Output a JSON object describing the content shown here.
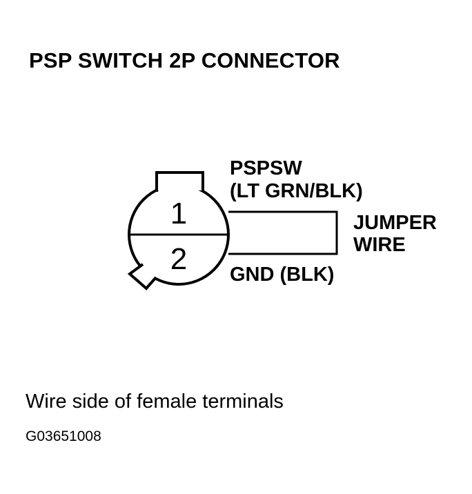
{
  "title": "PSP SWITCH 2P CONNECTOR",
  "connector": {
    "terminal_1": "1",
    "terminal_2": "2"
  },
  "labels": {
    "terminal_1_name": "PSPSW",
    "terminal_1_wire": "(LT GRN/BLK)",
    "jumper_line1": "JUMPER",
    "jumper_line2": "WIRE",
    "terminal_2_wire": "GND (BLK)"
  },
  "caption": "Wire side of female terminals",
  "figure_id": "G03651008"
}
